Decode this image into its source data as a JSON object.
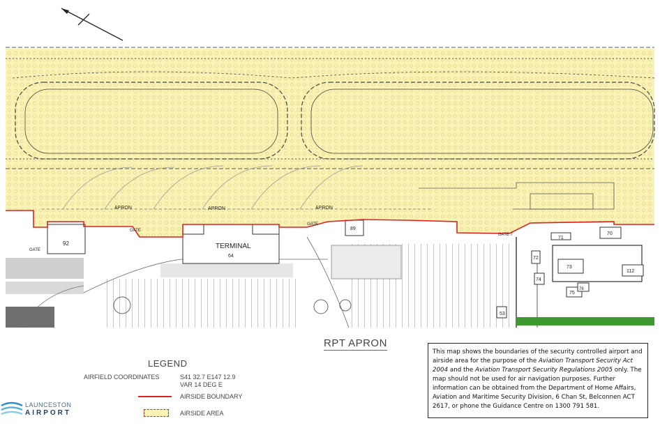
{
  "map": {
    "terminal_label": "TERMINAL",
    "building_numbers": [
      "92",
      "64",
      "89",
      "53",
      "70",
      "71",
      "72",
      "73",
      "74",
      "75",
      "76",
      "112"
    ],
    "apron_labels": [
      "APRON",
      "APRON",
      "APRON"
    ],
    "gate_labels": [
      "GATE",
      "GATE",
      "GATE",
      "GATE 7"
    ],
    "colors": {
      "airside_boundary": "#e02020",
      "airside_area_fill": "#fbf3b5",
      "grass": "#3c9a2e",
      "linework": "#555555"
    }
  },
  "title": "RPT APRON",
  "legend": {
    "title": "LEGEND",
    "coordinates_label": "AIRFIELD COORDINATES",
    "coordinates_line1": "S41 32.7 E147 12.9",
    "coordinates_line2": "VAR 14 DEG E",
    "boundary_label": "AIRSIDE BOUNDARY",
    "area_label": "AIRSIDE AREA"
  },
  "logo": {
    "line1": "LAUNCESTON",
    "line2": "AIRPORT",
    "icon": "swoosh-logo-icon"
  },
  "north_arrow_icon": "north-arrow-icon",
  "disclaimer": {
    "part1": "This map shows the boundaries of the security controlled airport and airside area for the purpose of the ",
    "act1": "Aviation Transport Security Act 2004",
    "part2": " and the ",
    "act2": "Aviation Transport Security Regulations 2005",
    "part3": " only. The map should not be used for air navigation purposes. Further information can be obtained from the Department of Home Affairs, Aviation and Maritime Security Division, 6 Chan St, Belconnen ACT 2617, or phone the Guidance Centre on 1300 791 581."
  }
}
